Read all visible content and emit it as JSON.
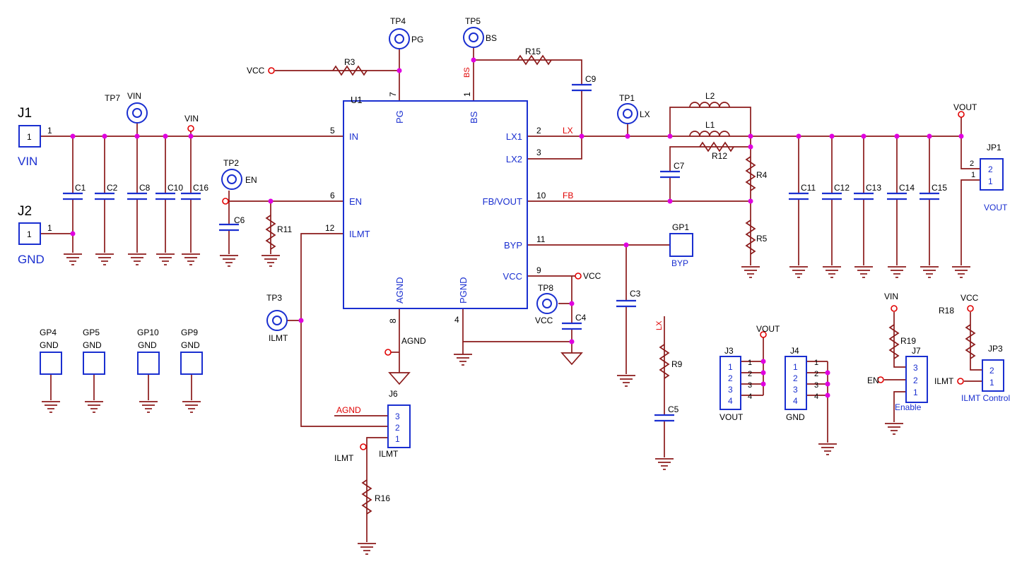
{
  "connectors": {
    "j1": {
      "ref": "J1",
      "pin": "1",
      "name": "VIN"
    },
    "j2": {
      "ref": "J2",
      "pin": "1",
      "name": "GND"
    }
  },
  "ic": {
    "ref": "U1",
    "left_pins": [
      {
        "num": "5",
        "name": "IN"
      },
      {
        "num": "6",
        "name": "EN"
      },
      {
        "num": "12",
        "name": "ILMT"
      }
    ],
    "right_pins": [
      {
        "num": "2",
        "name": "LX1"
      },
      {
        "num": "3",
        "name": "LX2"
      },
      {
        "num": "10",
        "name": "FB/VOUT"
      },
      {
        "num": "11",
        "name": "BYP"
      },
      {
        "num": "9",
        "name": "VCC"
      }
    ],
    "top_pins": [
      {
        "num": "7",
        "name": "PG"
      },
      {
        "num": "1",
        "name": "BS"
      }
    ],
    "bottom_pins": [
      {
        "num": "8",
        "name": "AGND"
      },
      {
        "num": "4",
        "name": "PGND"
      }
    ]
  },
  "testpoints": {
    "tp1": {
      "ref": "TP1",
      "label": "LX"
    },
    "tp2": {
      "ref": "TP2",
      "label": "EN"
    },
    "tp3": {
      "ref": "TP3",
      "label": "ILMT"
    },
    "tp4": {
      "ref": "TP4",
      "label": "PG"
    },
    "tp5": {
      "ref": "TP5",
      "label": "BS"
    },
    "tp7": {
      "ref": "TP7",
      "label": "VIN"
    },
    "tp8": {
      "ref": "TP8",
      "label": "VCC"
    }
  },
  "capacitors": {
    "c1": "C1",
    "c2": "C2",
    "c8": "C8",
    "c10": "C10",
    "c16": "C16",
    "c6": "C6",
    "c9": "C9",
    "c7": "C7",
    "c3": "C3",
    "c4": "C4",
    "c5": "C5",
    "c11": "C11",
    "c12": "C12",
    "c13": "C13",
    "c14": "C14",
    "c15": "C15"
  },
  "resistors": {
    "r3": "R3",
    "r15": "R15",
    "r11": "R11",
    "r12": "R12",
    "r4": "R4",
    "r5": "R5",
    "r9": "R9",
    "r16": "R16",
    "r19": "R19",
    "r18": "R18"
  },
  "inductors": {
    "l1": "L1",
    "l2": "L2"
  },
  "nets": {
    "vcc": "VCC",
    "vin": "VIN",
    "vout": "VOUT",
    "lx": "LX",
    "fb": "FB",
    "bs": "BS",
    "agnd": "AGND",
    "ilmt": "ILMT",
    "en": "EN"
  },
  "pads": {
    "gp1": {
      "ref": "GP1",
      "label": "BYP"
    },
    "gp4": {
      "ref": "GP4",
      "label": "GND"
    },
    "gp5": {
      "ref": "GP5",
      "label": "GND"
    },
    "gp10": {
      "ref": "GP10",
      "label": "GND"
    },
    "gp9": {
      "ref": "GP9",
      "label": "GND"
    }
  },
  "headers": {
    "jp1": {
      "ref": "JP1",
      "pins": [
        "2",
        "1"
      ],
      "label": "VOUT"
    },
    "jp3": {
      "ref": "JP3",
      "pins": [
        "2",
        "1"
      ],
      "label": "ILMT Control"
    },
    "j3": {
      "ref": "J3",
      "pins": [
        "1",
        "2",
        "3",
        "4"
      ],
      "label": "VOUT"
    },
    "j4": {
      "ref": "J4",
      "pins": [
        "1",
        "2",
        "3",
        "4"
      ],
      "label": "GND"
    },
    "j6": {
      "ref": "J6",
      "pins": [
        "3",
        "2",
        "1"
      ],
      "label": "ILMT"
    },
    "j7": {
      "ref": "J7",
      "pins": [
        "3",
        "2",
        "1"
      ],
      "label": "Enable"
    }
  },
  "colors": {
    "wire": "#8b1a1a",
    "component": "#1a2fd0",
    "junction": "#e000e0",
    "net_label": "#e00000"
  }
}
